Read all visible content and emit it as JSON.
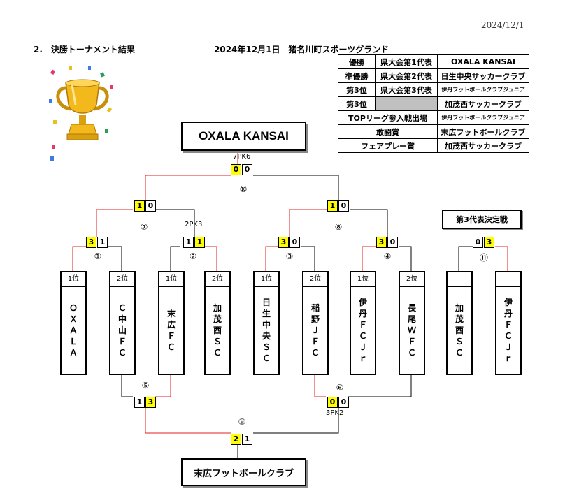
{
  "header": {
    "date_top": "2024/12/1",
    "section": "2.　決勝トーナメント結果",
    "event": "2024年12月1日　猪名川町スポーツグランド"
  },
  "summary": {
    "rows": [
      {
        "label": "優勝",
        "rep": "県大会第1代表",
        "team": "OXALA KANSAI"
      },
      {
        "label": "準優勝",
        "rep": "県大会第2代表",
        "team": "日生中央サッカークラブ"
      },
      {
        "label": "第3位",
        "rep": "県大会第3代表",
        "team": "伊丹フットボールクラブジュニア"
      },
      {
        "label": "第3位",
        "rep": "",
        "team": "加茂西サッカークラブ"
      },
      {
        "label": "TOPリーグ参入戦出場",
        "team": "伊丹フットボールクラブジュニア"
      },
      {
        "label": "敢闘賞",
        "team": "末広フットボールクラブ"
      },
      {
        "label": "フェアプレー賞",
        "team": "加茂西サッカークラブ"
      }
    ]
  },
  "champion": "OXALA KANSAI",
  "runner_up": "末広フットボールクラブ",
  "third_playoff_label": "第3代表決定戦",
  "teams": [
    {
      "rank": "1位",
      "name": "ＯＸＡＬＡ"
    },
    {
      "rank": "2位",
      "name": "Ｃ中山ＦＣ"
    },
    {
      "rank": "1位",
      "name": "末広ＦＣ"
    },
    {
      "rank": "2位",
      "name": "加茂西ＳＣ"
    },
    {
      "rank": "1位",
      "name": "日生中央ＳＣ"
    },
    {
      "rank": "2位",
      "name": "稲野ＪＦＣ"
    },
    {
      "rank": "1位",
      "name": "伊丹ＦＣＪｒ"
    },
    {
      "rank": "2位",
      "name": "長尾ＷＦＣ"
    },
    {
      "rank": "",
      "name": "加茂西ＳＣ"
    },
    {
      "rank": "",
      "name": "伊丹ＦＣＪｒ"
    }
  ],
  "matches": {
    "m1": {
      "no": "①",
      "left": "3",
      "right": "1"
    },
    "m2": {
      "no": "②",
      "left": "1",
      "right": "1",
      "pk": "2PK3"
    },
    "m3": {
      "no": "③",
      "left": "3",
      "right": "0"
    },
    "m4": {
      "no": "④",
      "left": "3",
      "right": "0"
    },
    "m5": {
      "no": "⑤",
      "left": "1",
      "right": "3"
    },
    "m6": {
      "no": "⑥",
      "left": "0",
      "right": "0",
      "pk": "3PK2"
    },
    "m7": {
      "no": "⑦",
      "left": "1",
      "right": "0"
    },
    "m8": {
      "no": "⑧",
      "left": "1",
      "right": "0"
    },
    "m9": {
      "no": "⑨",
      "left": "2",
      "right": "1"
    },
    "m10": {
      "no": "⑩",
      "left": "0",
      "right": "0",
      "pk": "7PK6"
    },
    "m11": {
      "no": "⑪",
      "left": "0",
      "right": "3"
    }
  },
  "colors": {
    "win_line": "#e02020",
    "win_score": "#ffff00",
    "line": "#000000"
  }
}
